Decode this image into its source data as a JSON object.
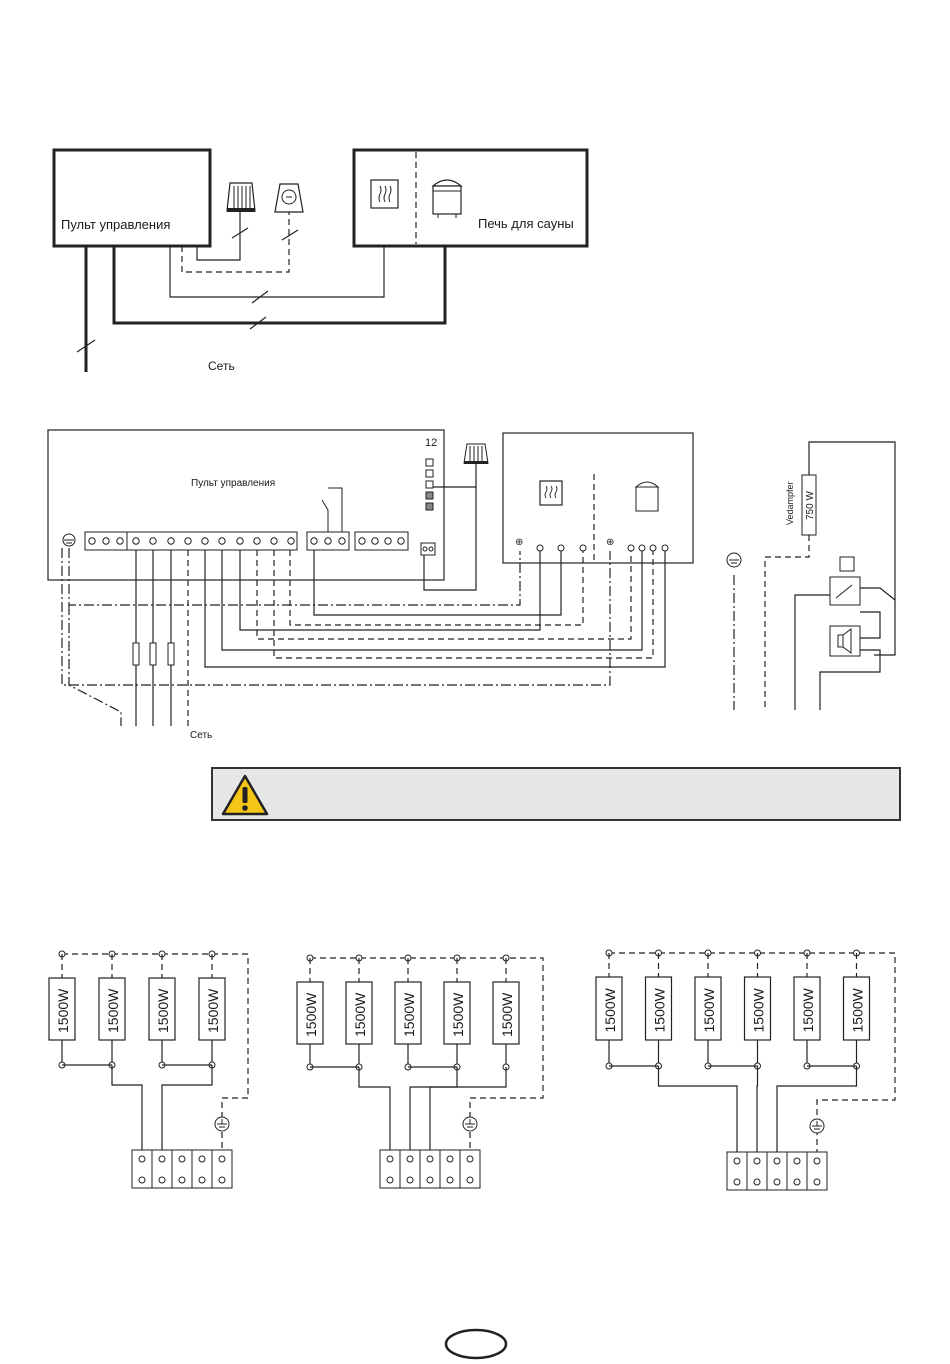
{
  "top_diagram": {
    "control_panel_label": "Пульт управления",
    "heater_label": "Печь для сауны",
    "mains_label": "Сеть"
  },
  "wiring_diagram": {
    "control_panel_label": "Пульт управления",
    "vedampfer_label": "Vedampfer",
    "vedampfer_power": "750 W",
    "mains_label": "Сеть"
  },
  "heater_configs": [
    {
      "resistors": [
        "1500W",
        "1500W",
        "1500W",
        "1500W"
      ]
    },
    {
      "resistors": [
        "1500W",
        "1500W",
        "1500W",
        "1500W",
        "1500W"
      ]
    },
    {
      "resistors": [
        "1500W",
        "1500W",
        "1500W",
        "1500W",
        "1500W",
        "1500W"
      ]
    }
  ],
  "warning": {
    "icon": "warning-triangle-icon",
    "accent_color": "#f5c518"
  }
}
